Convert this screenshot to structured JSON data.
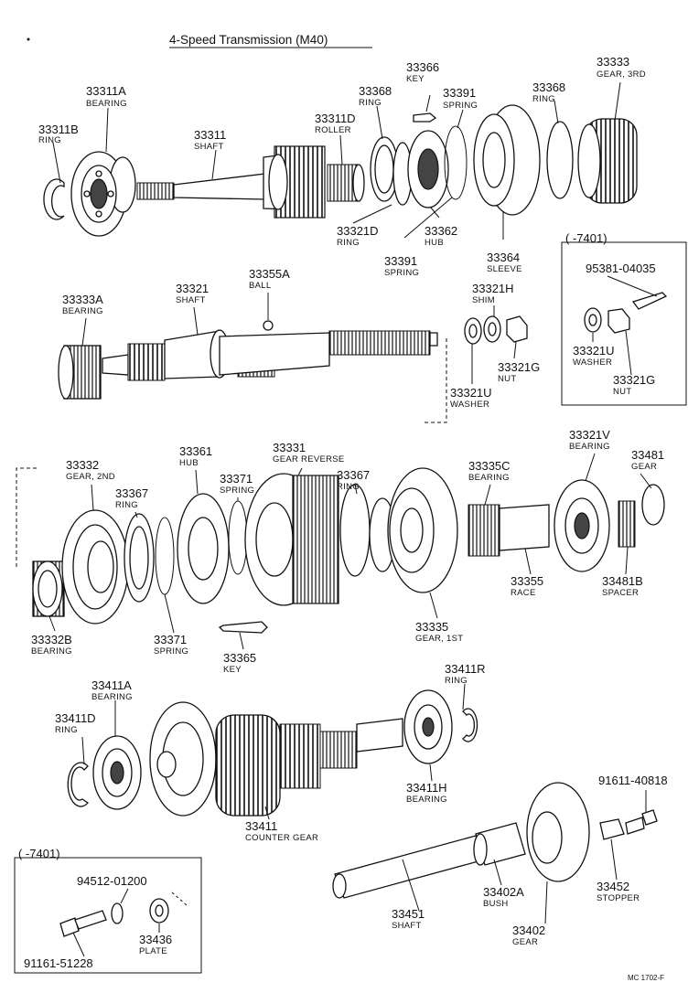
{
  "title": "4-Speed Transmission (M40)",
  "footer_code": "MC 1702-F",
  "inset_top": {
    "range": "(      -7401)"
  },
  "inset_bottom": {
    "range": "(      -7401)"
  },
  "parts": {
    "p33311B": {
      "number": "33311B",
      "name": "RING"
    },
    "p33311A": {
      "number": "33311A",
      "name": "BEARING"
    },
    "p33311": {
      "number": "33311",
      "name": "SHAFT"
    },
    "p33311D": {
      "number": "33311D",
      "name": "ROLLER"
    },
    "p33368a": {
      "number": "33368",
      "name": "RING"
    },
    "p33366": {
      "number": "33366",
      "name": "KEY"
    },
    "p33391a": {
      "number": "33391",
      "name": "SPRING"
    },
    "p33368b": {
      "number": "33368",
      "name": "RING"
    },
    "p33333": {
      "number": "33333",
      "name": "GEAR, 3RD"
    },
    "p33321D": {
      "number": "33321D",
      "name": "RING"
    },
    "p33362": {
      "number": "33362",
      "name": "HUB"
    },
    "p33391b": {
      "number": "33391",
      "name": "SPRING"
    },
    "p33364": {
      "number": "33364",
      "name": "SLEEVE"
    },
    "p33333A": {
      "number": "33333A",
      "name": "BEARING"
    },
    "p33321": {
      "number": "33321",
      "name": "SHAFT"
    },
    "p33355A": {
      "number": "33355A",
      "name": "BALL"
    },
    "p33321H": {
      "number": "33321H",
      "name": "SHIM"
    },
    "p33321G": {
      "number": "33321G",
      "name": "NUT"
    },
    "p33321U": {
      "number": "33321U",
      "name": "WASHER"
    },
    "p95381": {
      "number": "95381-04035",
      "name": ""
    },
    "p33321Ui": {
      "number": "33321U",
      "name": "WASHER"
    },
    "p33321Gi": {
      "number": "33321G",
      "name": "NUT"
    },
    "p33332": {
      "number": "33332",
      "name": "GEAR, 2ND"
    },
    "p33361": {
      "number": "33361",
      "name": "HUB"
    },
    "p33331": {
      "number": "33331",
      "name": "GEAR REVERSE"
    },
    "p33367a": {
      "number": "33367",
      "name": "RING"
    },
    "p33371a": {
      "number": "33371",
      "name": "SPRING"
    },
    "p33367b": {
      "number": "33367",
      "name": "RING"
    },
    "p33335C": {
      "number": "33335C",
      "name": "BEARING"
    },
    "p33321V": {
      "number": "33321V",
      "name": "BEARING"
    },
    "p33481": {
      "number": "33481",
      "name": "GEAR"
    },
    "p33355": {
      "number": "33355",
      "name": "RACE"
    },
    "p33481B": {
      "number": "33481B",
      "name": "SPACER"
    },
    "p33332B": {
      "number": "33332B",
      "name": "BEARING"
    },
    "p33371b": {
      "number": "33371",
      "name": "SPRING"
    },
    "p33365": {
      "number": "33365",
      "name": "KEY"
    },
    "p33335": {
      "number": "33335",
      "name": "GEAR, 1ST"
    },
    "p33411A": {
      "number": "33411A",
      "name": "BEARING"
    },
    "p33411R": {
      "number": "33411R",
      "name": "RING"
    },
    "p33411D": {
      "number": "33411D",
      "name": "RING"
    },
    "p33411H": {
      "number": "33411H",
      "name": "BEARING"
    },
    "p33411": {
      "number": "33411",
      "name": "COUNTER GEAR"
    },
    "p91611": {
      "number": "91611-40818",
      "name": ""
    },
    "p94512": {
      "number": "94512-01200",
      "name": ""
    },
    "p33436": {
      "number": "33436",
      "name": "PLATE"
    },
    "p91161": {
      "number": "91161-51228",
      "name": ""
    },
    "p33451": {
      "number": "33451",
      "name": "SHAFT"
    },
    "p33402A": {
      "number": "33402A",
      "name": "BUSH"
    },
    "p33402": {
      "number": "33402",
      "name": "GEAR"
    },
    "p33452": {
      "number": "33452",
      "name": "STOPPER"
    }
  }
}
